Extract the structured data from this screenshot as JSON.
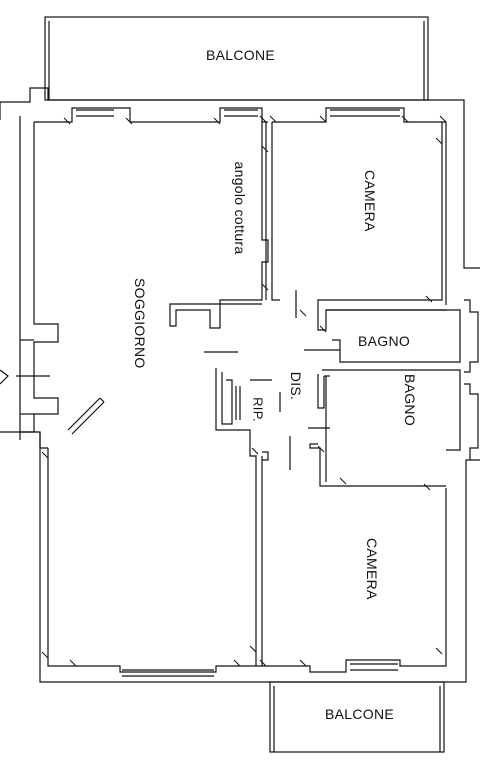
{
  "rooms": {
    "balcone_top": "BALCONE",
    "balcone_bottom": "BALCONE",
    "soggiorno": "SOGGIORNO",
    "angolo_cottura": "angolo cottura",
    "camera_top": "CAMERA",
    "camera_bottom": "CAMERA",
    "bagno_1": "BAGNO",
    "bagno_2": "BAGNO",
    "dis": "DIS.",
    "rip": "RIP."
  },
  "colors": {
    "wall": "#111111",
    "background": "#ffffff"
  }
}
